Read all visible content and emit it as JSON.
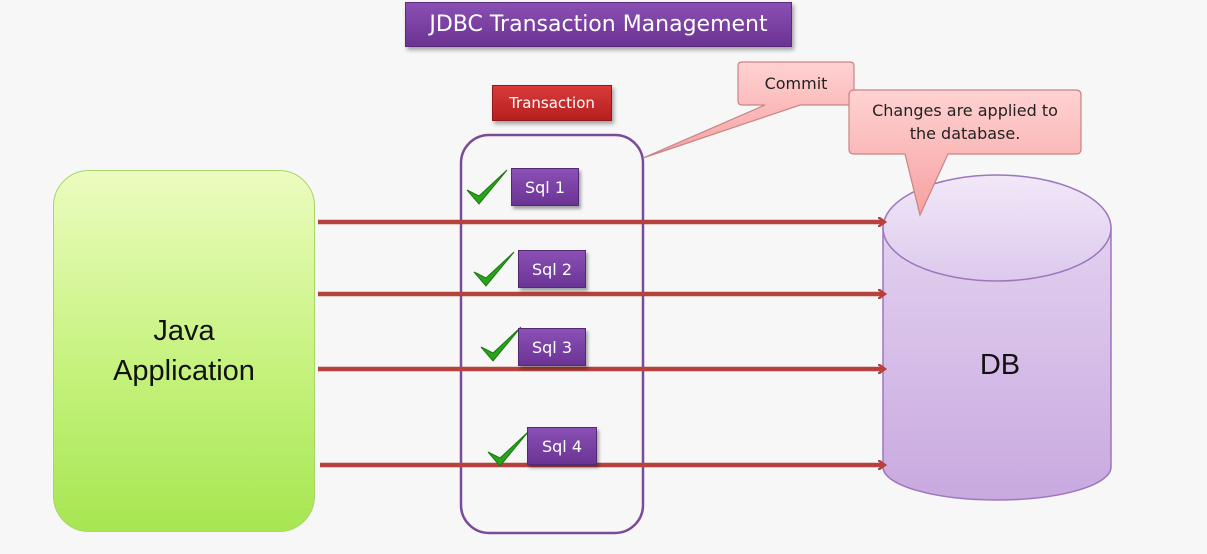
{
  "title": "JDBC Transaction Management",
  "transaction_label": "Transaction",
  "java_app_label": "Java\nApplication",
  "db_label": "DB",
  "commit_callout": "Commit",
  "changes_callout": "Changes are applied to\nthe database.",
  "sql_items": [
    {
      "label": "Sql 1"
    },
    {
      "label": "Sql 2"
    },
    {
      "label": "Sql 3"
    },
    {
      "label": "Sql  4"
    }
  ],
  "colors": {
    "arrow": "#b5423c",
    "check": "#2aa31c",
    "transaction_outline": "#7b4a98"
  },
  "icons": [
    "checkmark-icon",
    "arrow-right-icon"
  ]
}
